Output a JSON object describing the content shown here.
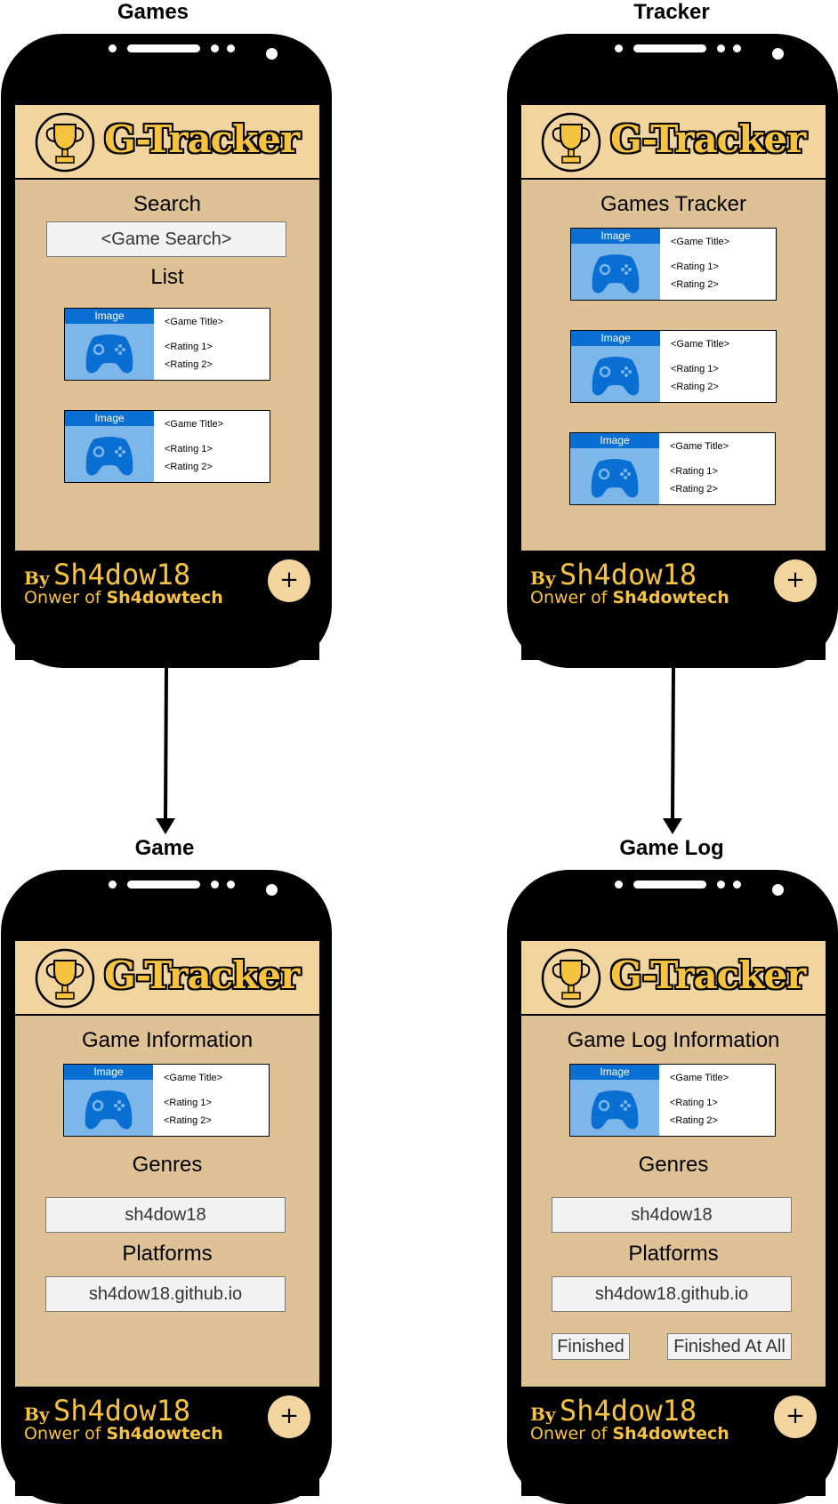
{
  "app": {
    "title": "G-Tracker",
    "footer_by": "By",
    "footer_name": "Sh4dow18",
    "footer_owner_prefix": "Onwer of",
    "footer_owner_brand": "Sh4dowtech",
    "fab_label": "+"
  },
  "card": {
    "image_label": "Image",
    "title": "<Game Title>",
    "rating1": "<Rating 1>",
    "rating2": "<Rating 2>"
  },
  "screens": {
    "games": {
      "label": "Games",
      "search_heading": "Search",
      "search_placeholder": "<Game Search>",
      "list_heading": "List"
    },
    "tracker": {
      "label": "Tracker",
      "heading": "Games Tracker"
    },
    "game": {
      "label": "Game",
      "heading": "Game Information",
      "genres_heading": "Genres",
      "genres_value": "sh4dow18",
      "platforms_heading": "Platforms",
      "platforms_value": "sh4dow18.github.io"
    },
    "game_log": {
      "label": "Game Log",
      "heading": "Game Log Information",
      "genres_heading": "Genres",
      "genres_value": "sh4dow18",
      "platforms_heading": "Platforms",
      "platforms_value": "sh4dow18.github.io",
      "finished_label": "Finished",
      "finished_at_all_label": "Finished At All"
    }
  },
  "colors": {
    "phone": "#000000",
    "header": "#f2d59e",
    "body": "#dec195",
    "accent": "#f6c341",
    "image_bg": "#7db7ea",
    "image_label_bg": "#0a6fd3",
    "pad": "#0a6fd3"
  },
  "icons": [
    "trophy-icon",
    "gamepad-icon",
    "plus-icon"
  ]
}
